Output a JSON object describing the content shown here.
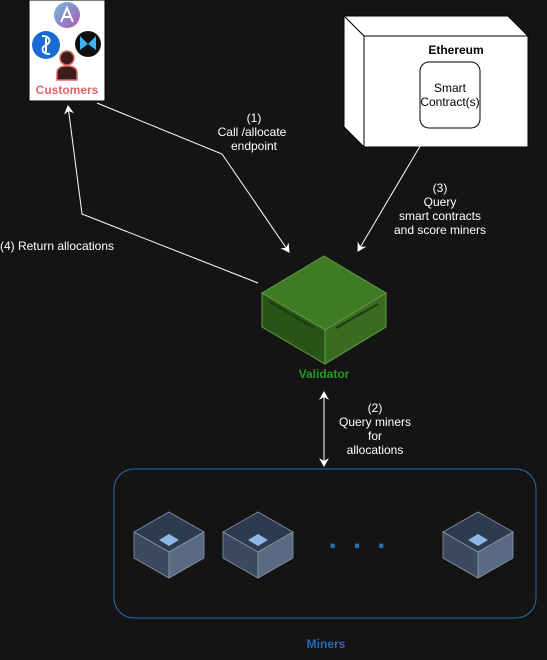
{
  "customers": {
    "label": "Customers",
    "label_color": "#e06666"
  },
  "ethereum": {
    "title": "Ethereum",
    "contract_line1": "Smart",
    "contract_line2": "Contract(s)"
  },
  "validator": {
    "label": "Validator",
    "label_color": "#1f9c1f"
  },
  "miners": {
    "label": "Miners",
    "label_color": "#2d6ab5",
    "ellipsis": "..."
  },
  "edges": {
    "call": {
      "line1": "(1)",
      "line2": "Call /allocate",
      "line3": "endpoint"
    },
    "query_contracts": {
      "line1": "(3)",
      "line2": "Query",
      "line3": "smart contracts",
      "line4": "and score miners"
    },
    "query_miners": {
      "line1": "(2)",
      "line2": "Query miners",
      "line3": "for",
      "line4": "allocations"
    },
    "return": {
      "line1": "(4) Return allocations"
    }
  },
  "icons": [
    "aave-icon",
    "yearn-icon",
    "butterfly-icon",
    "person-icon",
    "validator-cube-icon",
    "miner-cube-icon"
  ],
  "colors": {
    "background": "#141414",
    "validator_green": "#2d5a1b",
    "miner_cube": "#4a5568",
    "miner_accent": "#6b9bd2",
    "frame_blue": "#2d6ab5"
  }
}
